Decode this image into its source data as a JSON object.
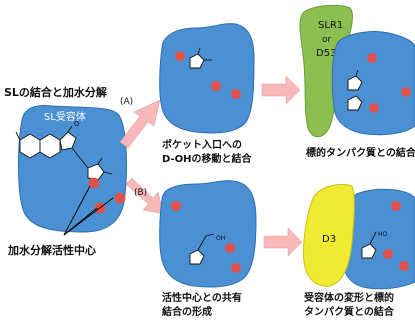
{
  "title": "SLの結合と加水分解",
  "receptor_label": "SL受容体",
  "branch_a": "(A)",
  "branch_b": "(B)",
  "catalytic_label": "加水分解活性中心",
  "caption_a_line1": "ポケット入口への",
  "caption_a_line2": "D-OHの移動と結合",
  "caption_a_target": "標的タンパク質との結合",
  "caption_b_line1": "活性中心との共有",
  "caption_b_line2": "結合の形成",
  "caption_b_target_line1": "受容体の変形と標的",
  "caption_b_target_line2": "タンパク質との結合",
  "partner_a_line1": "SLR1",
  "partner_a_line2": "or",
  "partner_a_line3": "D53",
  "partner_b": "D3",
  "oh_label": "OH",
  "ho_label": "HO",
  "o_label": "O",
  "colors": {
    "receptor": "#4a90d2",
    "receptor_edge": "#2f6fae",
    "site": "#e0524e",
    "arrow": "#f6b8b8",
    "partner_a": "#8cbf4f",
    "partner_b": "#f0ea33",
    "text": "#111111"
  }
}
